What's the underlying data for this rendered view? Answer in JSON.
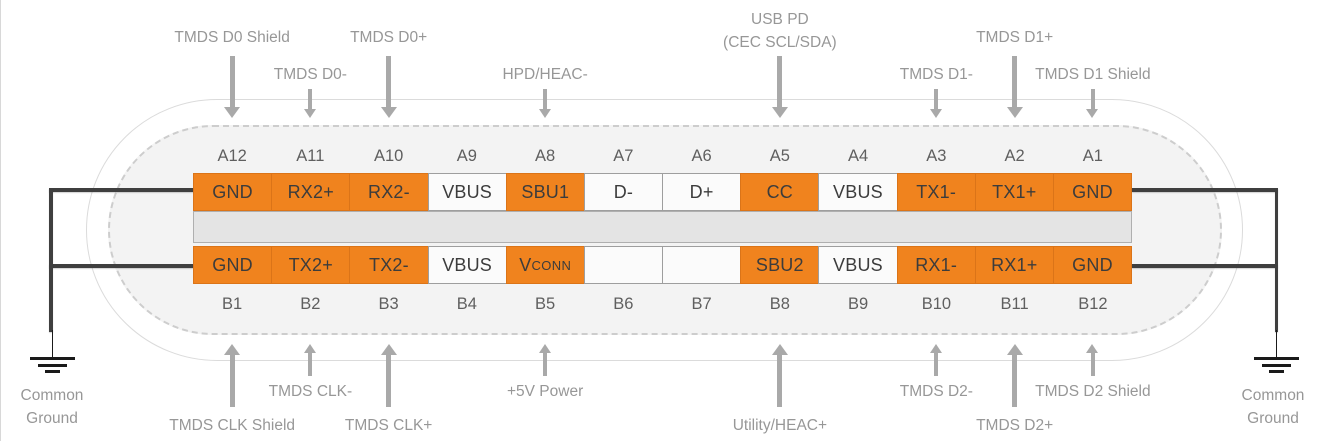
{
  "colors": {
    "pin_highlight": "#F0831E",
    "pin_plain": "#FBFBFB",
    "wire": "#3F3F3F",
    "arrow": "#A9A9A9",
    "annotation_text": "#979797"
  },
  "connector": {
    "top_pin_numbers": [
      "A12",
      "A11",
      "A10",
      "A9",
      "A8",
      "A7",
      "A6",
      "A5",
      "A4",
      "A3",
      "A2",
      "A1"
    ],
    "top_pins": [
      {
        "name": "GND",
        "highlight": true
      },
      {
        "name": "RX2+",
        "highlight": true
      },
      {
        "name": "RX2-",
        "highlight": true
      },
      {
        "name": "VBUS",
        "highlight": false
      },
      {
        "name": "SBU1",
        "highlight": true
      },
      {
        "name": "D-",
        "highlight": false
      },
      {
        "name": "D+",
        "highlight": false
      },
      {
        "name": "CC",
        "highlight": true
      },
      {
        "name": "VBUS",
        "highlight": false
      },
      {
        "name": "TX1-",
        "highlight": true
      },
      {
        "name": "TX1+",
        "highlight": true
      },
      {
        "name": "GND",
        "highlight": true
      }
    ],
    "bottom_pin_numbers": [
      "B1",
      "B2",
      "B3",
      "B4",
      "B5",
      "B6",
      "B7",
      "B8",
      "B9",
      "B10",
      "B11",
      "B12"
    ],
    "bottom_pins": [
      {
        "name": "GND",
        "highlight": true
      },
      {
        "name": "TX2+",
        "highlight": true
      },
      {
        "name": "TX2-",
        "highlight": true
      },
      {
        "name": "VBUS",
        "highlight": false
      },
      {
        "name": "V",
        "suffix": "CONN",
        "highlight": true
      },
      {
        "name": "",
        "highlight": false
      },
      {
        "name": "",
        "highlight": false
      },
      {
        "name": "SBU2",
        "highlight": true
      },
      {
        "name": "VBUS",
        "highlight": false
      },
      {
        "name": "RX1-",
        "highlight": true
      },
      {
        "name": "RX1+",
        "highlight": true
      },
      {
        "name": "GND",
        "highlight": true
      }
    ]
  },
  "annotations": {
    "top": [
      {
        "lines": [
          "TMDS D0 Shield"
        ],
        "pin": "A12",
        "distance": "far"
      },
      {
        "lines": [
          "TMDS D0-"
        ],
        "pin": "A11",
        "distance": "near"
      },
      {
        "lines": [
          "TMDS D0+"
        ],
        "pin": "A10",
        "distance": "far"
      },
      {
        "lines": [
          "HPD/HEAC-"
        ],
        "pin": "A8",
        "distance": "near"
      },
      {
        "lines": [
          "USB PD",
          "(CEC SCL/SDA)"
        ],
        "pin": "A5",
        "distance": "far"
      },
      {
        "lines": [
          "TMDS D1-"
        ],
        "pin": "A3",
        "distance": "near"
      },
      {
        "lines": [
          "TMDS D1+"
        ],
        "pin": "A2",
        "distance": "far"
      },
      {
        "lines": [
          "TMDS D1 Shield"
        ],
        "pin": "A1",
        "distance": "near"
      }
    ],
    "bottom": [
      {
        "lines": [
          "TMDS CLK Shield"
        ],
        "pin": "B1",
        "distance": "far"
      },
      {
        "lines": [
          "TMDS CLK-"
        ],
        "pin": "B2",
        "distance": "near"
      },
      {
        "lines": [
          "TMDS CLK+"
        ],
        "pin": "B3",
        "distance": "far"
      },
      {
        "lines": [
          "+5V Power"
        ],
        "pin": "B5",
        "distance": "near"
      },
      {
        "lines": [
          "Utility/HEAC+"
        ],
        "pin": "B8",
        "distance": "far"
      },
      {
        "lines": [
          "TMDS D2-"
        ],
        "pin": "B10",
        "distance": "near"
      },
      {
        "lines": [
          "TMDS D2+"
        ],
        "pin": "B11",
        "distance": "far"
      },
      {
        "lines": [
          "TMDS D2 Shield"
        ],
        "pin": "B12",
        "distance": "near"
      }
    ]
  },
  "grounds": {
    "left": {
      "line1": "Common",
      "line2": "Ground"
    },
    "right": {
      "line1": "Common",
      "line2": "Ground"
    }
  }
}
